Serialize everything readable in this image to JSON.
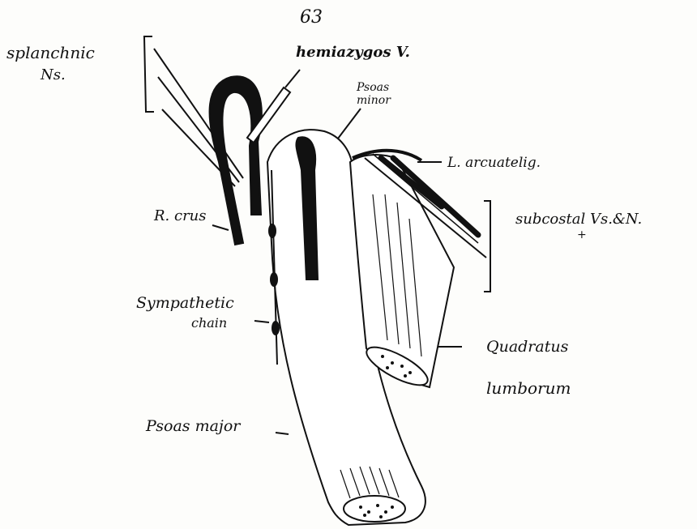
{
  "page_number": "63",
  "labels": {
    "splanchnic_line1": "splanchnic",
    "splanchnic_line2": "Ns.",
    "hemiazygos": "hemiazygos V.",
    "psoas_minor_line1": "Psoas",
    "psoas_minor_line2": "minor",
    "arcuate": "L. arcuatelig.",
    "subcostal": "subcostal Vs.&N.",
    "r_crus": "R. crus",
    "sympathetic_line1": "Sympathetic",
    "sympathetic_line2": "chain",
    "quadratus_line1": "Quadratus",
    "quadratus_line2": "lumborum",
    "psoas_major": "Psoas major"
  }
}
